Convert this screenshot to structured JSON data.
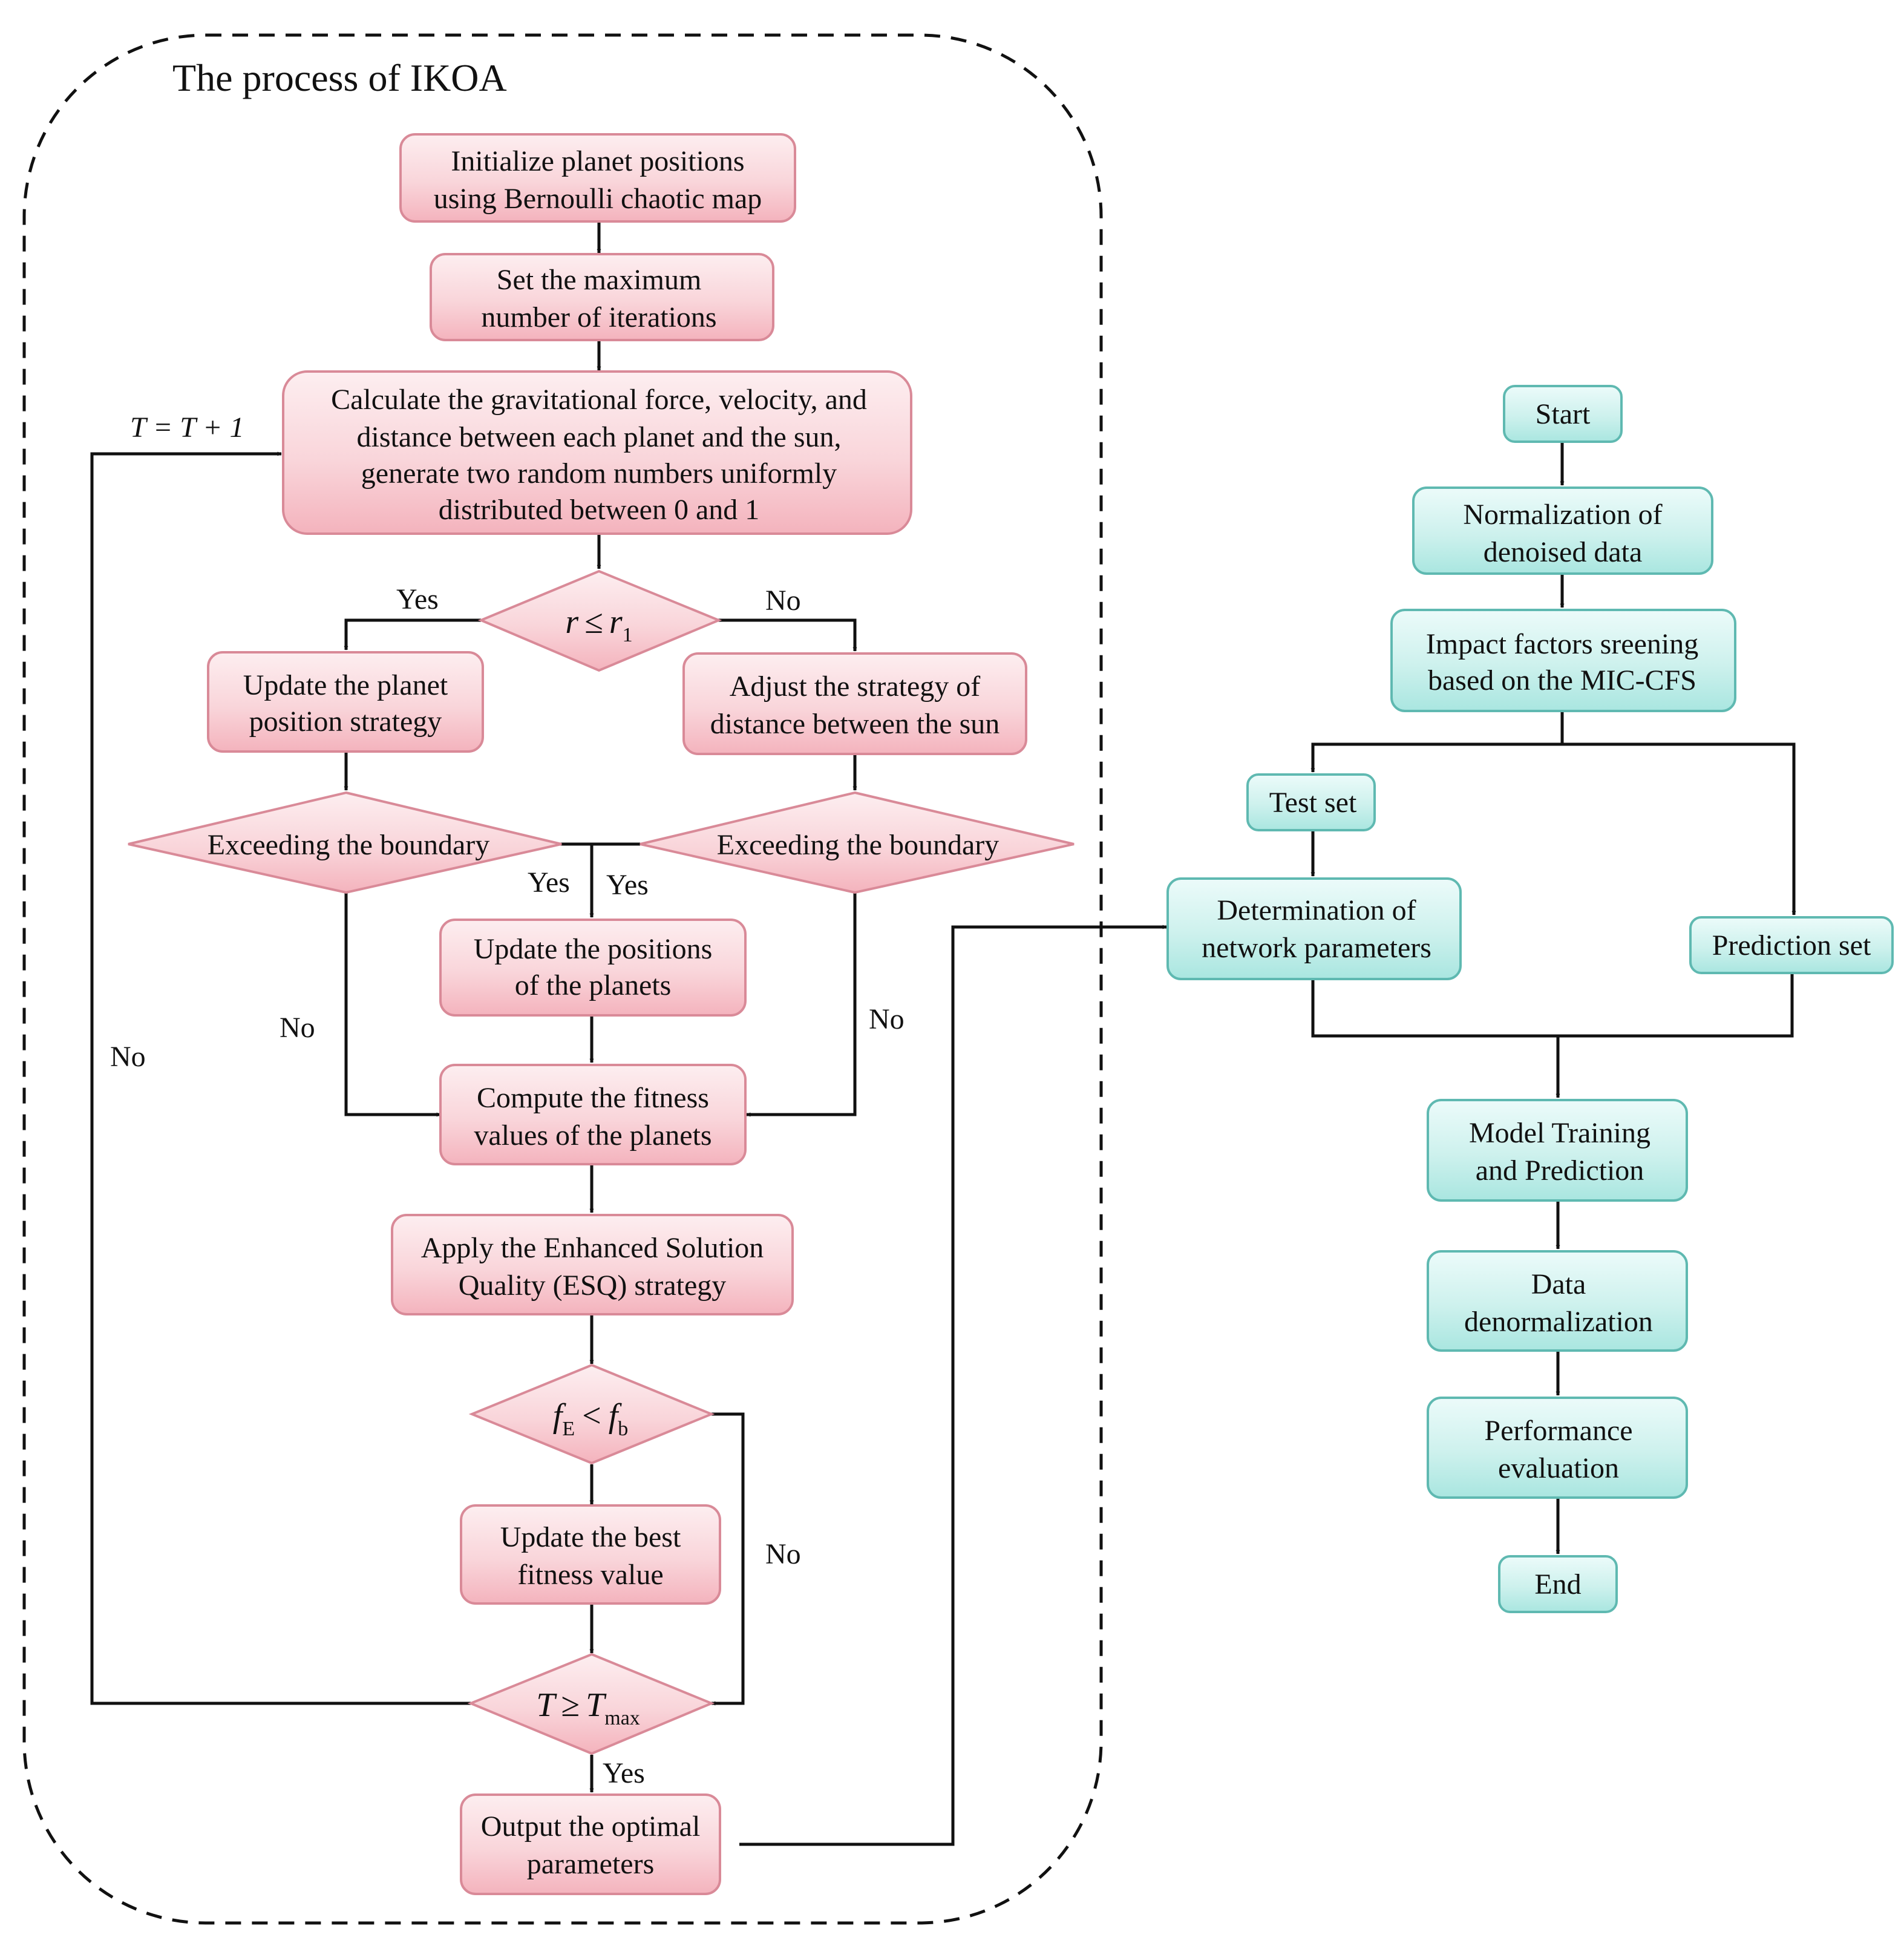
{
  "colors": {
    "pink_fill_top": "#fdeef0",
    "pink_fill_bottom": "#f4b3bd",
    "pink_stroke": "#d98a98",
    "teal_fill_top": "#ecfbfa",
    "teal_fill_bottom": "#a9e6e0",
    "teal_stroke": "#5fb9b1",
    "line": "#111111"
  },
  "ikoa": {
    "title": "The process of IKOA",
    "init": {
      "line1": "Initialize planet positions",
      "line2": "using Bernoulli chaotic map"
    },
    "set_iter": {
      "line1": "Set the maximum",
      "line2": "number of iterations"
    },
    "calc": {
      "line1": "Calculate the gravitational force, velocity, and",
      "line2": "distance between each planet and the sun,",
      "line3": "generate two random numbers uniformly",
      "line4": "distributed between 0 and 1"
    },
    "cond_r": {
      "lhs": "r",
      "op": "≤",
      "rhs": "r",
      "sub": "1"
    },
    "update_pos_strategy": {
      "line1": "Update the planet",
      "line2": "position strategy"
    },
    "adjust_strategy": {
      "line1": "Adjust the strategy of",
      "line2": "distance between the sun"
    },
    "bound_left": "Exceeding the boundary",
    "bound_right": "Exceeding the boundary",
    "update_positions": {
      "line1": "Update the positions",
      "line2": "of the planets"
    },
    "compute_fitness": {
      "line1": "Compute the fitness",
      "line2": "values of the planets"
    },
    "esq": {
      "line1": "Apply the Enhanced Solution",
      "line2": "Quality (ESQ) strategy"
    },
    "cond_f": {
      "lhs": "f",
      "lhs_sub": "E",
      "op": "<",
      "rhs": "f",
      "rhs_sub": "b"
    },
    "update_best": {
      "line1": "Update the best",
      "line2": "fitness value"
    },
    "cond_t": {
      "lhs": "T",
      "op": "≥",
      "rhs": "T",
      "sub": "max"
    },
    "output": {
      "line1": "Output the optimal",
      "line2": "parameters"
    },
    "labels": {
      "loop": "T = T + 1",
      "yes_r": "Yes",
      "no_r": "No",
      "yes_bound_left": "Yes",
      "yes_bound_right": "Yes",
      "no_bound_left": "No",
      "no_bound_right": "No",
      "no_loop": "No",
      "no_f": "No",
      "yes_t": "Yes"
    }
  },
  "right": {
    "start": "Start",
    "normalization": {
      "line1": "Normalization of",
      "line2": "denoised data"
    },
    "impact": {
      "line1": "Impact factors sreening",
      "line2": "based on the MIC-CFS"
    },
    "test_set": "Test set",
    "prediction_set": "Prediction set",
    "determination": {
      "line1": "Determination of",
      "line2": "network parameters"
    },
    "model_training": {
      "line1": "Model Training",
      "line2": "and Prediction"
    },
    "denorm": {
      "line1": "Data",
      "line2": "denormalization"
    },
    "performance": {
      "line1": "Performance",
      "line2": "evaluation"
    },
    "end": "End"
  }
}
